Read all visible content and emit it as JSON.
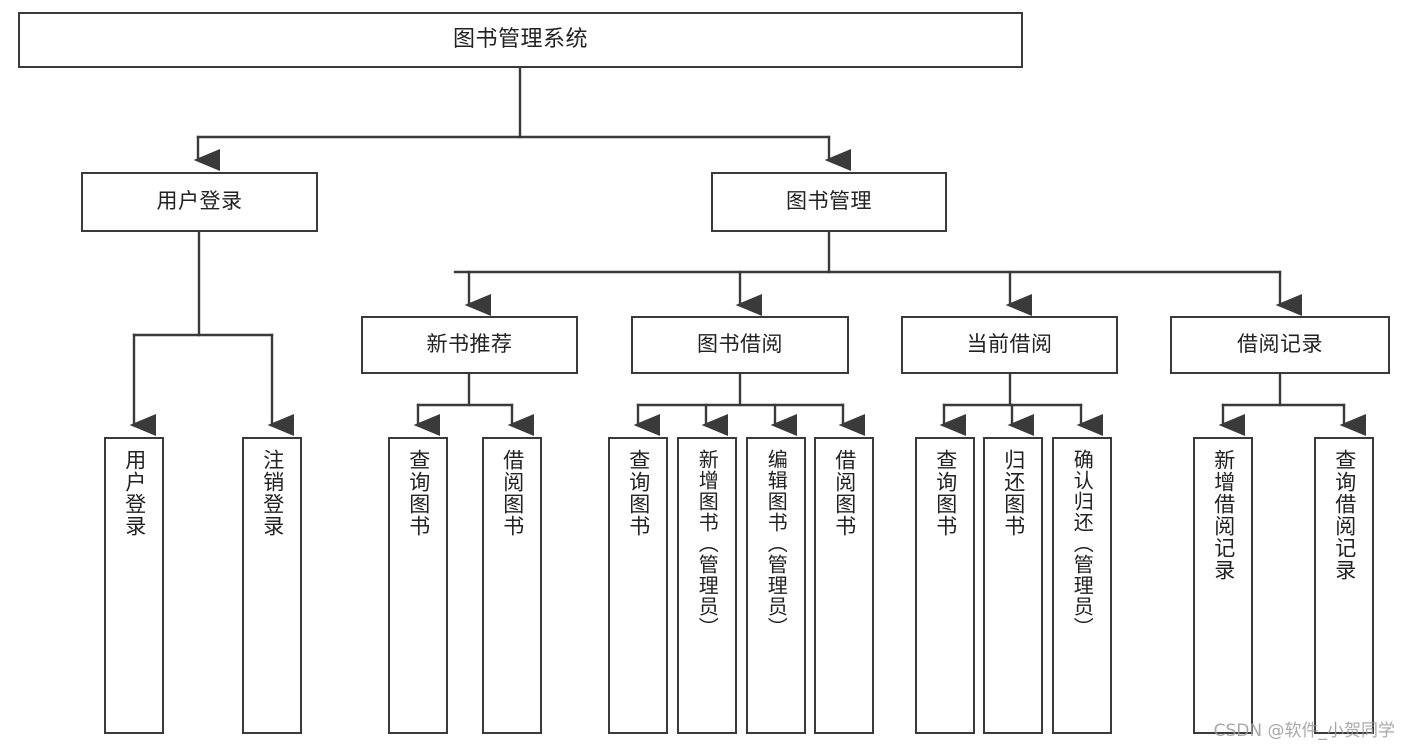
{
  "diagram": {
    "title": "图书管理系统",
    "type": "tree",
    "stroke_color": "#3a3a3a",
    "fill_color": "#ffffff",
    "text_color": "#222222",
    "watermark": "CSDN @软件_小贺同学",
    "nodes": {
      "root": {
        "label": "图书管理系统"
      },
      "level2": [
        {
          "label": "用户登录"
        },
        {
          "label": "图书管理"
        }
      ],
      "level3": [
        {
          "label": "新书推荐"
        },
        {
          "label": "图书借阅"
        },
        {
          "label": "当前借阅"
        },
        {
          "label": "借阅记录"
        }
      ],
      "leaves_user_login": [
        {
          "label": "用户登录"
        },
        {
          "label": "注销登录"
        }
      ],
      "leaves_new_book": [
        {
          "label": "查询图书"
        },
        {
          "label": "借阅图书"
        }
      ],
      "leaves_borrow": [
        {
          "label": "查询图书"
        },
        {
          "label": "新增图书（管理员）"
        },
        {
          "label": "编辑图书（管理员）"
        },
        {
          "label": "借阅图书"
        }
      ],
      "leaves_current": [
        {
          "label": "查询图书"
        },
        {
          "label": "归还图书"
        },
        {
          "label": "确认归还（管理员）"
        }
      ],
      "leaves_records": [
        {
          "label": "新增借阅记录"
        },
        {
          "label": "查询借阅记录"
        }
      ]
    }
  }
}
